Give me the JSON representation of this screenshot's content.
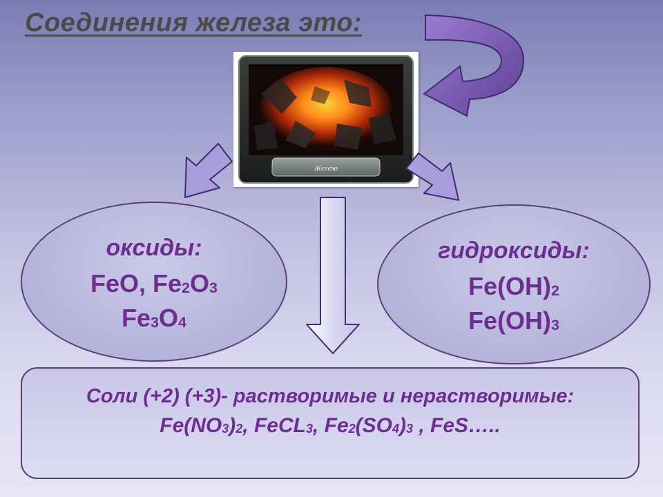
{
  "slide": {
    "title": "Соединения железа это:"
  },
  "photo": {
    "caption": "Железо"
  },
  "oxides": {
    "label": "оксиды:",
    "line1_a": "FeO, Fe",
    "line1_sub1": "2",
    "line1_b": "O",
    "line1_sub2": "3",
    "line2_a": "Fe",
    "line2_sub1": "3",
    "line2_b": "O",
    "line2_sub2": "4"
  },
  "hydroxides": {
    "label": "гидроксиды:",
    "line1_a": "Fe(OH)",
    "line1_sub": "2",
    "line2_a": "Fe(OH)",
    "line2_sub": "3"
  },
  "salts": {
    "title": "Соли (+2) (+3)-  растворимые и нерастворимые:",
    "f1": "Fe(NO",
    "f1_sub1": "3",
    "f1_b": ")",
    "f1_sub2": "2",
    "f2": ",  FeCL",
    "f2_sub": "3",
    "f3": ",  Fe",
    "f3_sub1": "2",
    "f3_b": "(SO",
    "f3_sub2": "4",
    "f3_c": ")",
    "f3_sub3": "3",
    "f4": " , FeS….."
  },
  "colors": {
    "accent_text": "#6e2d91",
    "arrow_fill": "#7e6bb5",
    "outline": "#5a3e72"
  },
  "icons": [
    "curved-arrow-icon",
    "down-left-arrow-icon",
    "down-right-arrow-icon",
    "down-arrow-icon"
  ]
}
